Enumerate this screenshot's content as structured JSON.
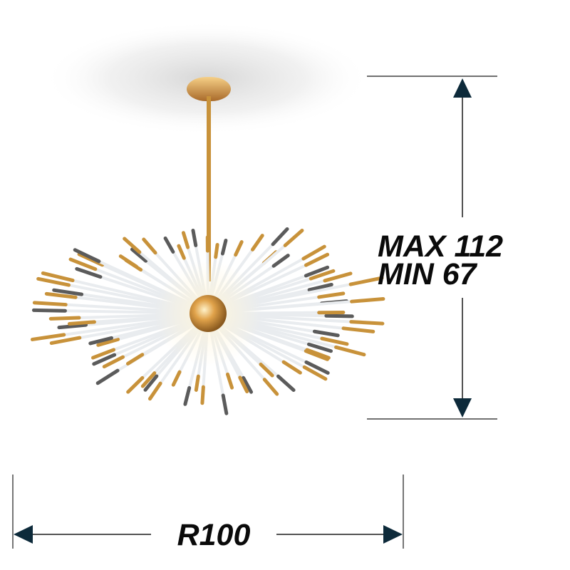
{
  "dimensions": {
    "height_max_label": "MAX 112",
    "height_min_label": "MIN 67",
    "width_label": "R100"
  },
  "colors": {
    "arrow": "#0d2a3a",
    "line": "#1a1a1a",
    "gold": "#c8923a",
    "glass": "#e9ecef",
    "dark_tip": "#5b5b5b"
  }
}
